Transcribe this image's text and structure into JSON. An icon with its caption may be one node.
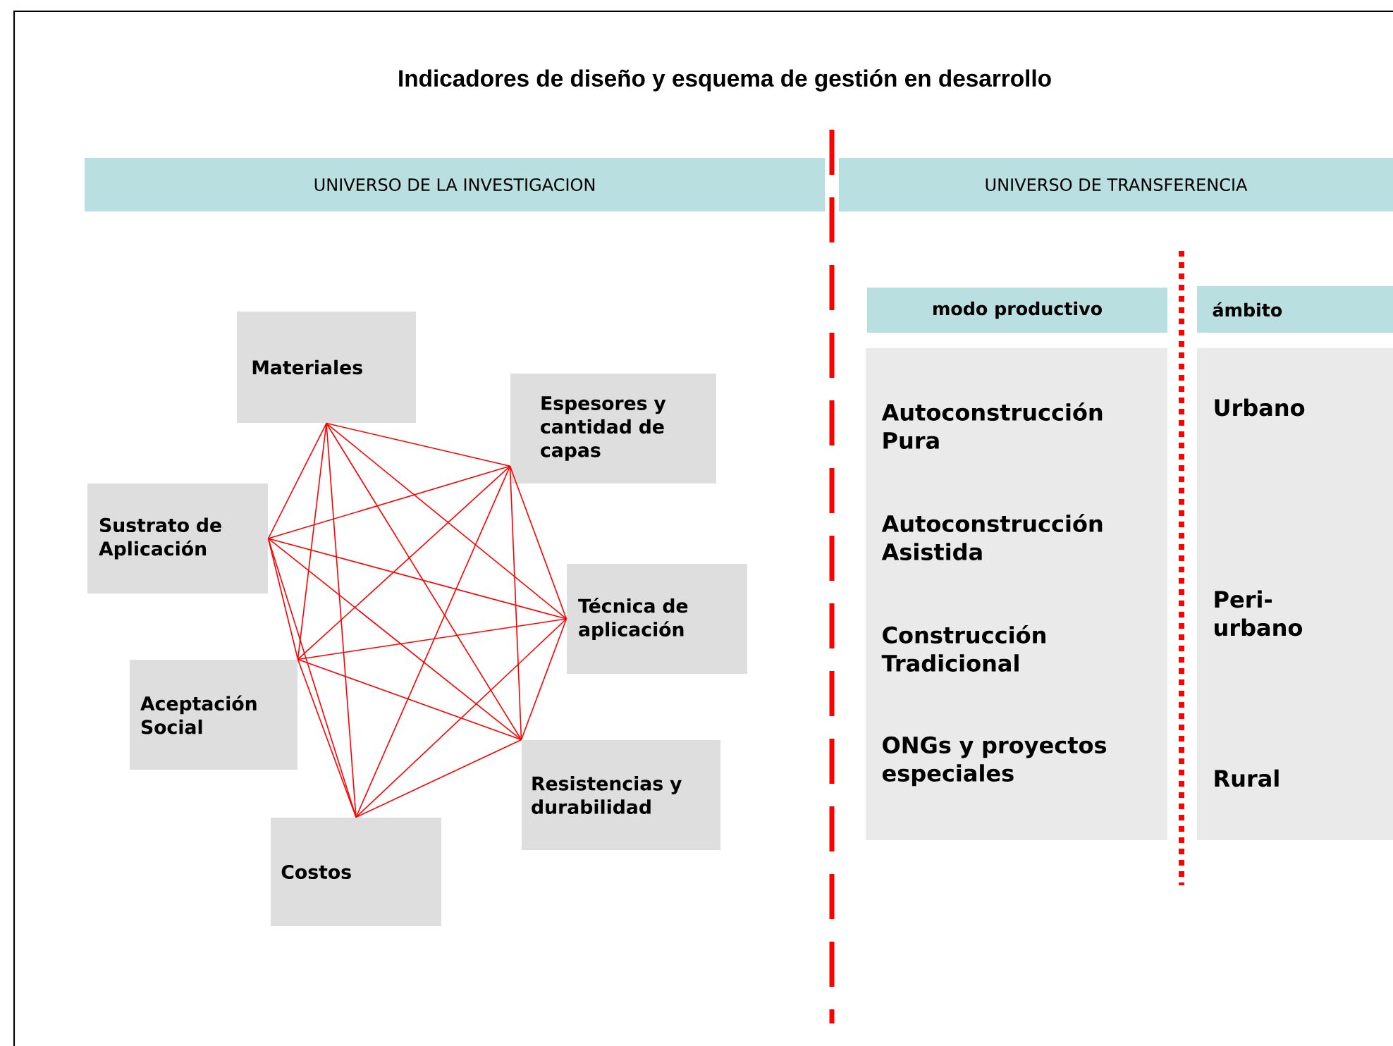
{
  "diagram": {
    "title": "Indicadores de diseño y esquema de gestión en desarrollo",
    "nodes": [
      {
        "text": [
          "UNIVERSO DE LA INVESTIGACION"
        ]
      },
      {
        "text": [
          "UNIVERSO DE TRANSFERENCIA"
        ]
      },
      {
        "text": [
          "Materiales"
        ]
      },
      {
        "text": [
          "Espesores y cantidad de capas"
        ]
      },
      {
        "text": [
          "Sustrato de Aplicación"
        ]
      },
      {
        "text": [
          "Técnica de aplicación"
        ]
      },
      {
        "text": [
          "Aceptación Social"
        ]
      },
      {
        "text": [
          "Resistencias y durabilidad"
        ]
      },
      {
        "text": [
          "Costos"
        ]
      },
      {
        "text": [
          "modo productivo"
        ]
      },
      {
        "text": [
          "ámbito"
        ]
      },
      {
        "text": [
          "Autoconstrucción Pura",
          "Autoconstrucción Asistida",
          "Construcción Tradicional",
          "ONGs y proyectos especiales"
        ]
      },
      {
        "text": [
          "Urbano",
          "Peri- urbano",
          "Rural"
        ]
      }
    ],
    "edges": [
      {
        "from": 2,
        "to": 3,
        "arrow": "none"
      },
      {
        "from": 2,
        "to": 4,
        "arrow": "none"
      },
      {
        "from": 2,
        "to": 5,
        "arrow": "none"
      },
      {
        "from": 2,
        "to": 6,
        "arrow": "none"
      },
      {
        "from": 2,
        "to": 7,
        "arrow": "none"
      },
      {
        "from": 2,
        "to": 8,
        "arrow": "none"
      },
      {
        "from": 3,
        "to": 4,
        "arrow": "none"
      },
      {
        "from": 3,
        "to": 5,
        "arrow": "none"
      },
      {
        "from": 3,
        "to": 6,
        "arrow": "none"
      },
      {
        "from": 3,
        "to": 7,
        "arrow": "none"
      },
      {
        "from": 3,
        "to": 8,
        "arrow": "none"
      },
      {
        "from": 4,
        "to": 5,
        "arrow": "none"
      },
      {
        "from": 4,
        "to": 6,
        "arrow": "none"
      },
      {
        "from": 4,
        "to": 7,
        "arrow": "none"
      },
      {
        "from": 4,
        "to": 8,
        "arrow": "none"
      },
      {
        "from": 5,
        "to": 6,
        "arrow": "none"
      },
      {
        "from": 5,
        "to": 7,
        "arrow": "none"
      },
      {
        "from": 5,
        "to": 8,
        "arrow": "none"
      },
      {
        "from": 6,
        "to": 7,
        "arrow": "none"
      },
      {
        "from": 6,
        "to": 8,
        "arrow": "none"
      },
      {
        "from": 7,
        "to": 8,
        "arrow": "none"
      }
    ]
  }
}
